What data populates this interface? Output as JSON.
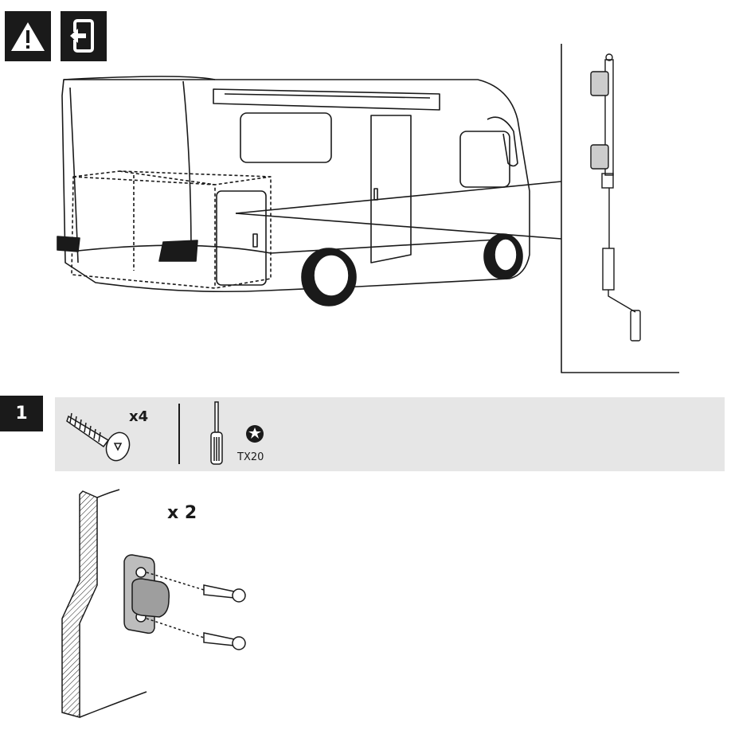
{
  "header_icons": [
    {
      "name": "warning-icon"
    },
    {
      "name": "exit-door-icon"
    }
  ],
  "step": {
    "number": "1",
    "screw_quantity": "x4",
    "tool_bit": "TX20"
  },
  "assembly": {
    "quantity": "x 2"
  }
}
